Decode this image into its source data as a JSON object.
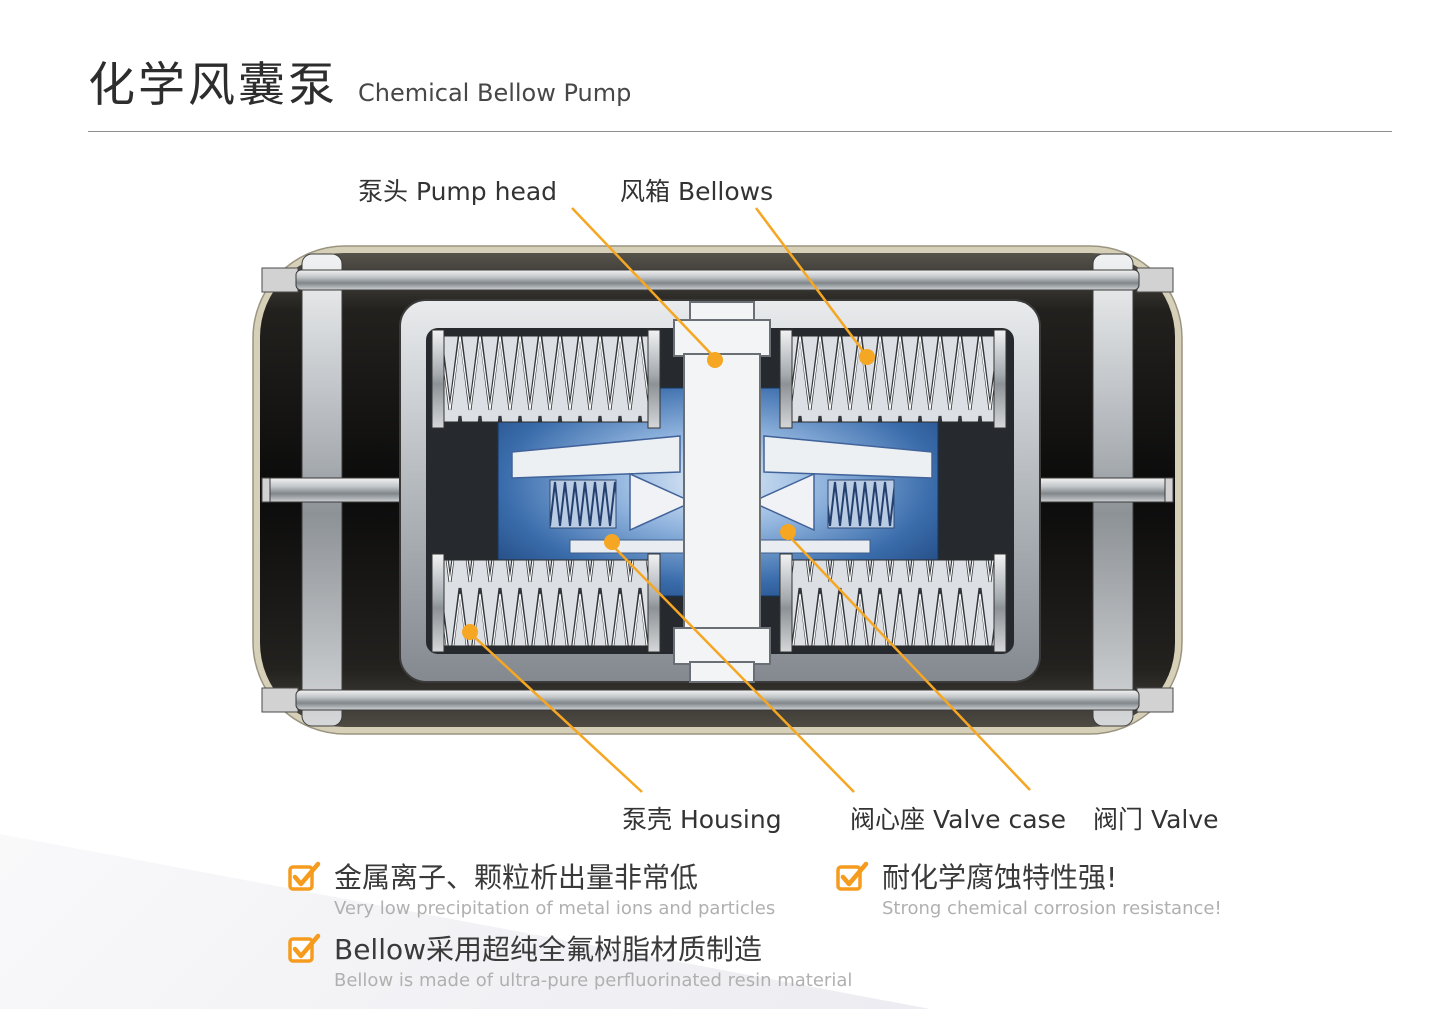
{
  "header": {
    "title_zh": "化学风囊泵",
    "title_en": "Chemical Bellow Pump"
  },
  "diagram": {
    "callouts": {
      "pump_head": "泵头 Pump head",
      "bellows": "风箱 Bellows",
      "housing": "泵壳 Housing",
      "valve_case": "阀心座 Valve case",
      "valve": "阀门 Valve"
    }
  },
  "features": [
    {
      "zh": "金属离子、颗粒析出量非常低",
      "en": "Very low precipitation of metal ions and particles"
    },
    {
      "zh": "耐化学腐蚀特性强!",
      "en": "Strong chemical corrosion resistance!"
    },
    {
      "zh": "Bellow采用超纯全氟树脂材质制造",
      "en": "Bellow is made of ultra-pure perfluorinated resin material"
    }
  ],
  "colors": {
    "accent_orange": "#F5A623",
    "text_dark": "#333333",
    "text_gray": "#B0B0B0",
    "chamber_blue": "#2F66A8"
  }
}
